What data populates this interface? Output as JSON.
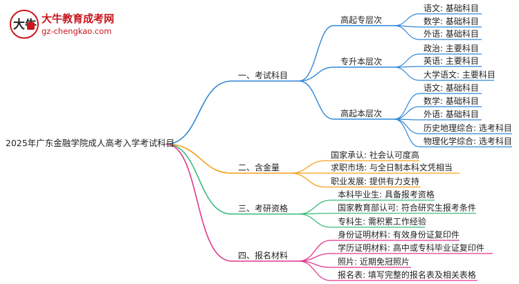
{
  "logo": {
    "title": "大牛教育成考网",
    "url": "gz-chengkao.com",
    "badge_text": "大牛"
  },
  "root": "2025年广东金融学院成人高考入学考试科目",
  "colors": {
    "blue": "#2f86d6",
    "orange": "#f3a11b",
    "green": "#3bbb7a",
    "pink": "#e0368e"
  },
  "branches": [
    {
      "label": "一、考试科目",
      "groups": [
        {
          "label": "高起专层次",
          "items": [
            "语文: 基础科目",
            "数学: 基础科目",
            "外语: 基础科目"
          ]
        },
        {
          "label": "专升本层次",
          "items": [
            "政治: 主要科目",
            "英语: 主要科目",
            "大学语文: 主要科目"
          ]
        },
        {
          "label": "高起本层次",
          "items": [
            "语文: 基础科目",
            "数学: 基础科目",
            "外语: 基础科目",
            "历史地理综合: 选考科目",
            "物理化学综合: 选考科目"
          ]
        }
      ]
    },
    {
      "label": "二、含金量",
      "items": [
        "国家承认: 社会认可度高",
        "求职市场: 与全日制本科文凭相当",
        "职业发展: 提供有力支持"
      ]
    },
    {
      "label": "三、考研资格",
      "items": [
        "本科毕业生: 具备报考资格",
        "国家教育部认可: 符合研究生报考条件",
        "专科生: 需积累工作经验"
      ]
    },
    {
      "label": "四、报名材料",
      "items": [
        "身份证明材料: 有效身份证复印件",
        "学历证明材料: 高中或专科毕业证复印件",
        "照片: 近期免冠照片",
        "报名表: 填写完整的报名表及相关表格"
      ]
    }
  ]
}
